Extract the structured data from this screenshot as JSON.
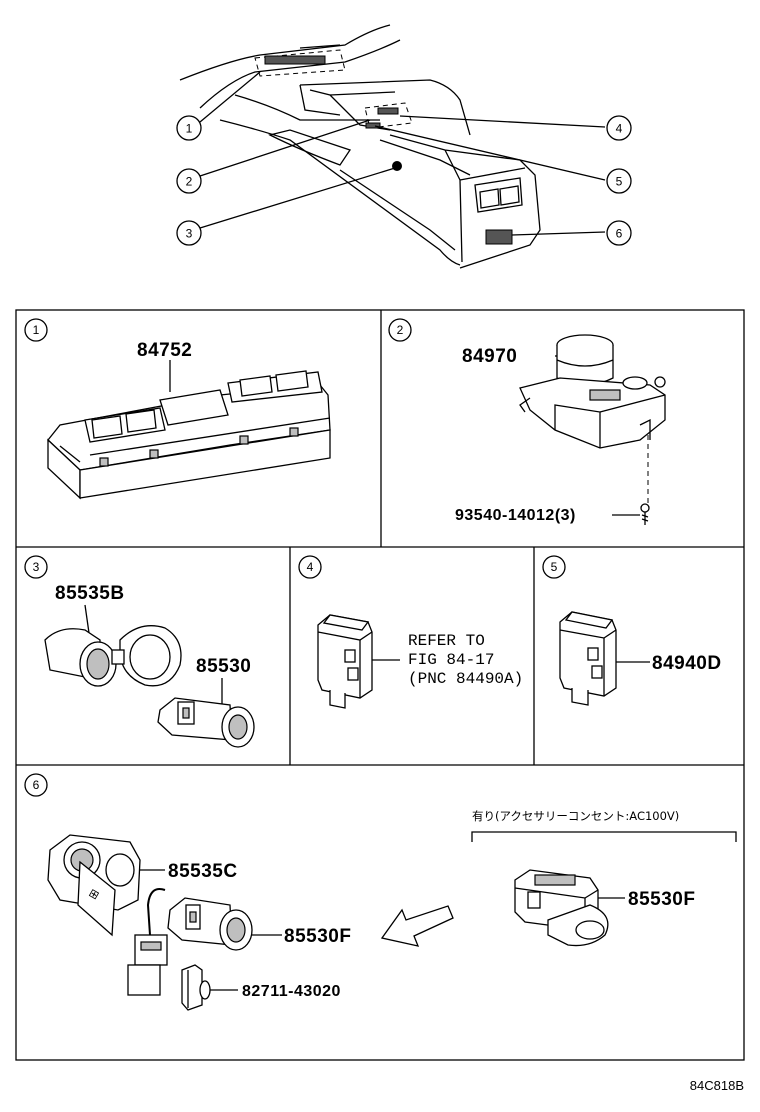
{
  "overview": {
    "callouts": [
      "1",
      "2",
      "3",
      "4",
      "5",
      "6"
    ]
  },
  "panels": [
    {
      "number": "1",
      "parts": [
        "84752"
      ]
    },
    {
      "number": "2",
      "parts": [
        "84970",
        "93540-14012(3)"
      ]
    },
    {
      "number": "3",
      "parts": [
        "85535B",
        "85530"
      ]
    },
    {
      "number": "4",
      "note_lines": [
        "REFER TO",
        "FIG 84-17",
        "(PNC 84490A)"
      ]
    },
    {
      "number": "5",
      "parts": [
        "84940D"
      ]
    },
    {
      "number": "6",
      "parts": [
        "85535C",
        "85530F",
        "82711-43020",
        "85530F"
      ],
      "option_label": "有り(アクセサリーコンセント:AC100V)"
    }
  ],
  "figure_code": "84C818B"
}
